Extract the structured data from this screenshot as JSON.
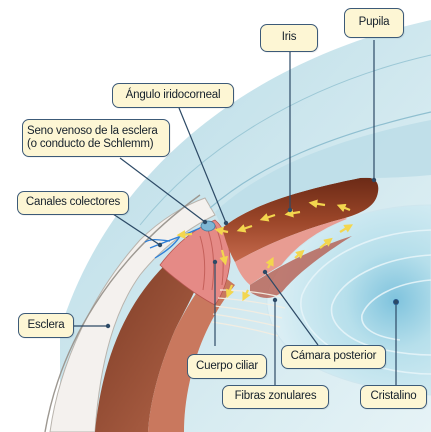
{
  "labels": {
    "pupila": "Pupila",
    "iris": "Iris",
    "angulo": "Ángulo iridocorneal",
    "seno_line1": "Seno venoso de la esclera",
    "seno_line2": "(o conducto de Schlemm)",
    "canales": "Canales colectores",
    "esclera": "Esclera",
    "cuerpo_ciliar": "Cuerpo ciliar",
    "camara_posterior": "Cámara posterior",
    "fibras_zonulares": "Fibras zonulares",
    "cristalino": "Cristalino"
  },
  "colors": {
    "label_fill": "#fdf6d4",
    "label_border": "#3c5a78",
    "leader_line": "#2d4a66",
    "cornea": "#cfe7ee",
    "aqueous": "#e4f2f4",
    "iris": "#8a3b22",
    "ciliary": "#e58a86",
    "sclera": "#f4f1ee",
    "lens": "#c8e6ef",
    "flow_arrow": "#f3d64e"
  }
}
